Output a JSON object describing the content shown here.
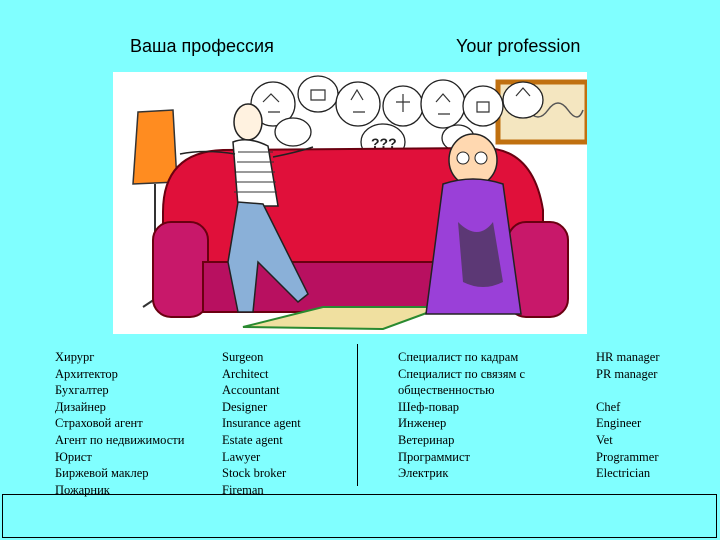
{
  "titles": {
    "left": "Ваша профессия",
    "right": "Your profession"
  },
  "illustration": {
    "description_icon": "cartoon-illustration",
    "caption_marks": "???"
  },
  "list_ru_1": [
    "Хирург",
    "Архитектор",
    "Бухгалтер",
    "Дизайнер",
    "Страховой агент",
    "Агент по недвижимости",
    "Юрист",
    "Биржевой маклер",
    "Пожарник"
  ],
  "list_en_1": [
    "Surgeon",
    "Architect",
    "Accountant",
    "Designer",
    "Insurance agent",
    "Estate agent",
    "Lawyer",
    "Stock broker",
    "Fireman"
  ],
  "list_ru_2": [
    "Специалист по кадрам",
    "Специалист по связям с",
    "общественностью",
    "Шеф-повар",
    "Инженер",
    "Ветеринар",
    "Программист",
    "Электрик"
  ],
  "list_en_2": [
    "HR manager",
    "PR manager",
    "",
    "Chef",
    "Engineer",
    "Vet",
    "Programmer",
    "Electrician"
  ],
  "colors": {
    "background": "#80ffff",
    "sofa": "#e0103a",
    "robe": "#9a40d8",
    "jeans": "#8ab0d8",
    "lamp": "#ff8c20"
  }
}
